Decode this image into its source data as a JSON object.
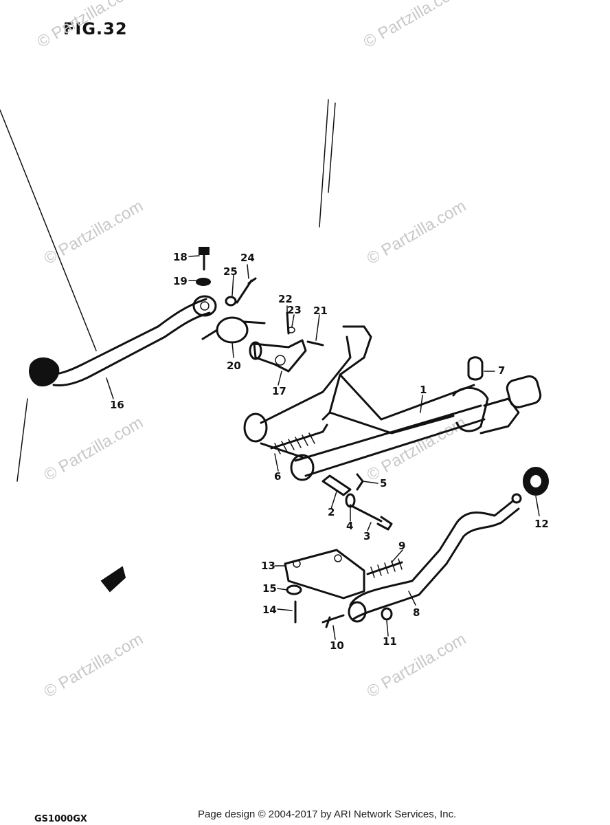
{
  "figure": {
    "title": "FIG.32"
  },
  "footer": {
    "copyright": "Page design © 2004-2017 by ARI Network Services, Inc.",
    "model": "GS1000GX"
  },
  "watermark": {
    "text": "© Partzilla.com"
  },
  "callouts": [
    {
      "id": "1",
      "label": "1"
    },
    {
      "id": "2",
      "label": "2"
    },
    {
      "id": "3",
      "label": "3"
    },
    {
      "id": "4",
      "label": "4"
    },
    {
      "id": "5",
      "label": "5"
    },
    {
      "id": "6",
      "label": "6"
    },
    {
      "id": "7",
      "label": "7"
    },
    {
      "id": "8",
      "label": "8"
    },
    {
      "id": "9",
      "label": "9"
    },
    {
      "id": "10",
      "label": "10"
    },
    {
      "id": "11",
      "label": "11"
    },
    {
      "id": "12",
      "label": "12"
    },
    {
      "id": "13",
      "label": "13"
    },
    {
      "id": "14",
      "label": "14"
    },
    {
      "id": "15",
      "label": "15"
    },
    {
      "id": "16",
      "label": "16"
    },
    {
      "id": "17",
      "label": "17"
    },
    {
      "id": "18",
      "label": "18"
    },
    {
      "id": "19",
      "label": "19"
    },
    {
      "id": "20",
      "label": "20"
    },
    {
      "id": "21",
      "label": "21"
    },
    {
      "id": "22",
      "label": "22"
    },
    {
      "id": "23",
      "label": "23"
    },
    {
      "id": "24",
      "label": "24"
    },
    {
      "id": "25",
      "label": "25"
    }
  ]
}
